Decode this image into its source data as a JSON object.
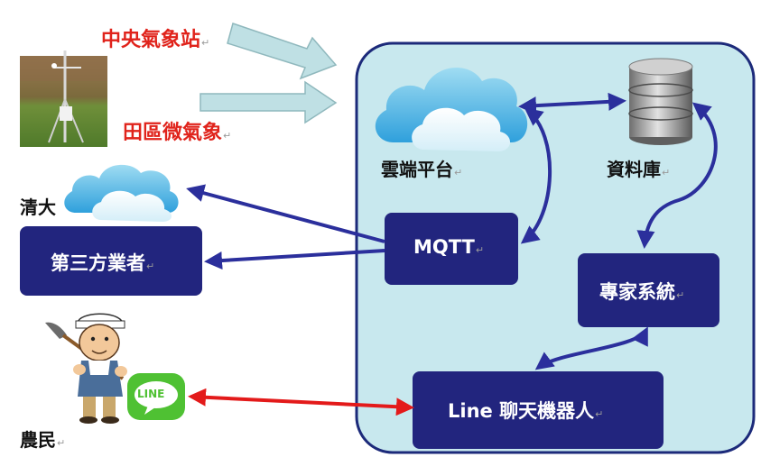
{
  "sources": {
    "central_station": "中央氣象站",
    "field_micro": "田區微氣象"
  },
  "platform": {
    "cloud_label": "雲端平台",
    "database_label": "資料庫",
    "mqtt_label": "MQTT",
    "expert_label": "專家系統",
    "line_bot_label": "Line 聊天機器人"
  },
  "external": {
    "tsinghua_label": "清大",
    "third_party_label": "第三方業者",
    "farmer_label": "農民",
    "line_app_text": "LINE"
  },
  "colors": {
    "platform_fill": "#c8e8ee",
    "platform_border": "#1c2a7a",
    "node_fill": "#22257e",
    "arrow_blue": "#2b2f9c",
    "arrow_red": "#e31a1a",
    "source_arrow": "#bfe0e4",
    "line_green": "#4fc133",
    "title_red": "#e0231b"
  },
  "icons": [
    "cloud-icon",
    "database-icon",
    "weather-station-photo",
    "farmer-icon",
    "line-app-icon"
  ]
}
